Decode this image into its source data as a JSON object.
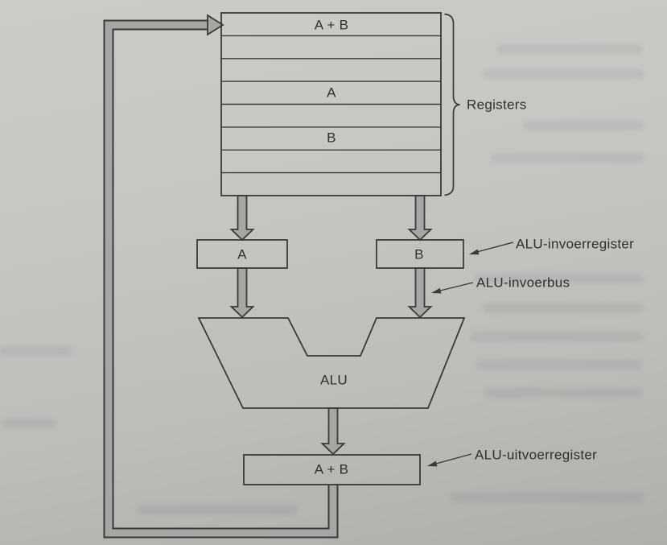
{
  "colors": {
    "paper": "#c6c7c3",
    "ink": "#3a3a38",
    "bus_fill": "#a4a7a3",
    "text": "#2f2f2d"
  },
  "registers_block": {
    "brace_label": "Registers",
    "rows": [
      "A + B",
      "",
      "",
      "A",
      "",
      "B",
      "",
      ""
    ]
  },
  "alu_input_registers": {
    "a_label": "A",
    "b_label": "B"
  },
  "alu_label": "ALU",
  "output_register_label": "A + B",
  "annotations": {
    "input_register": "ALU-invoerregister",
    "input_bus": "ALU-invoerbus",
    "output_register": "ALU-uitvoerregister"
  }
}
